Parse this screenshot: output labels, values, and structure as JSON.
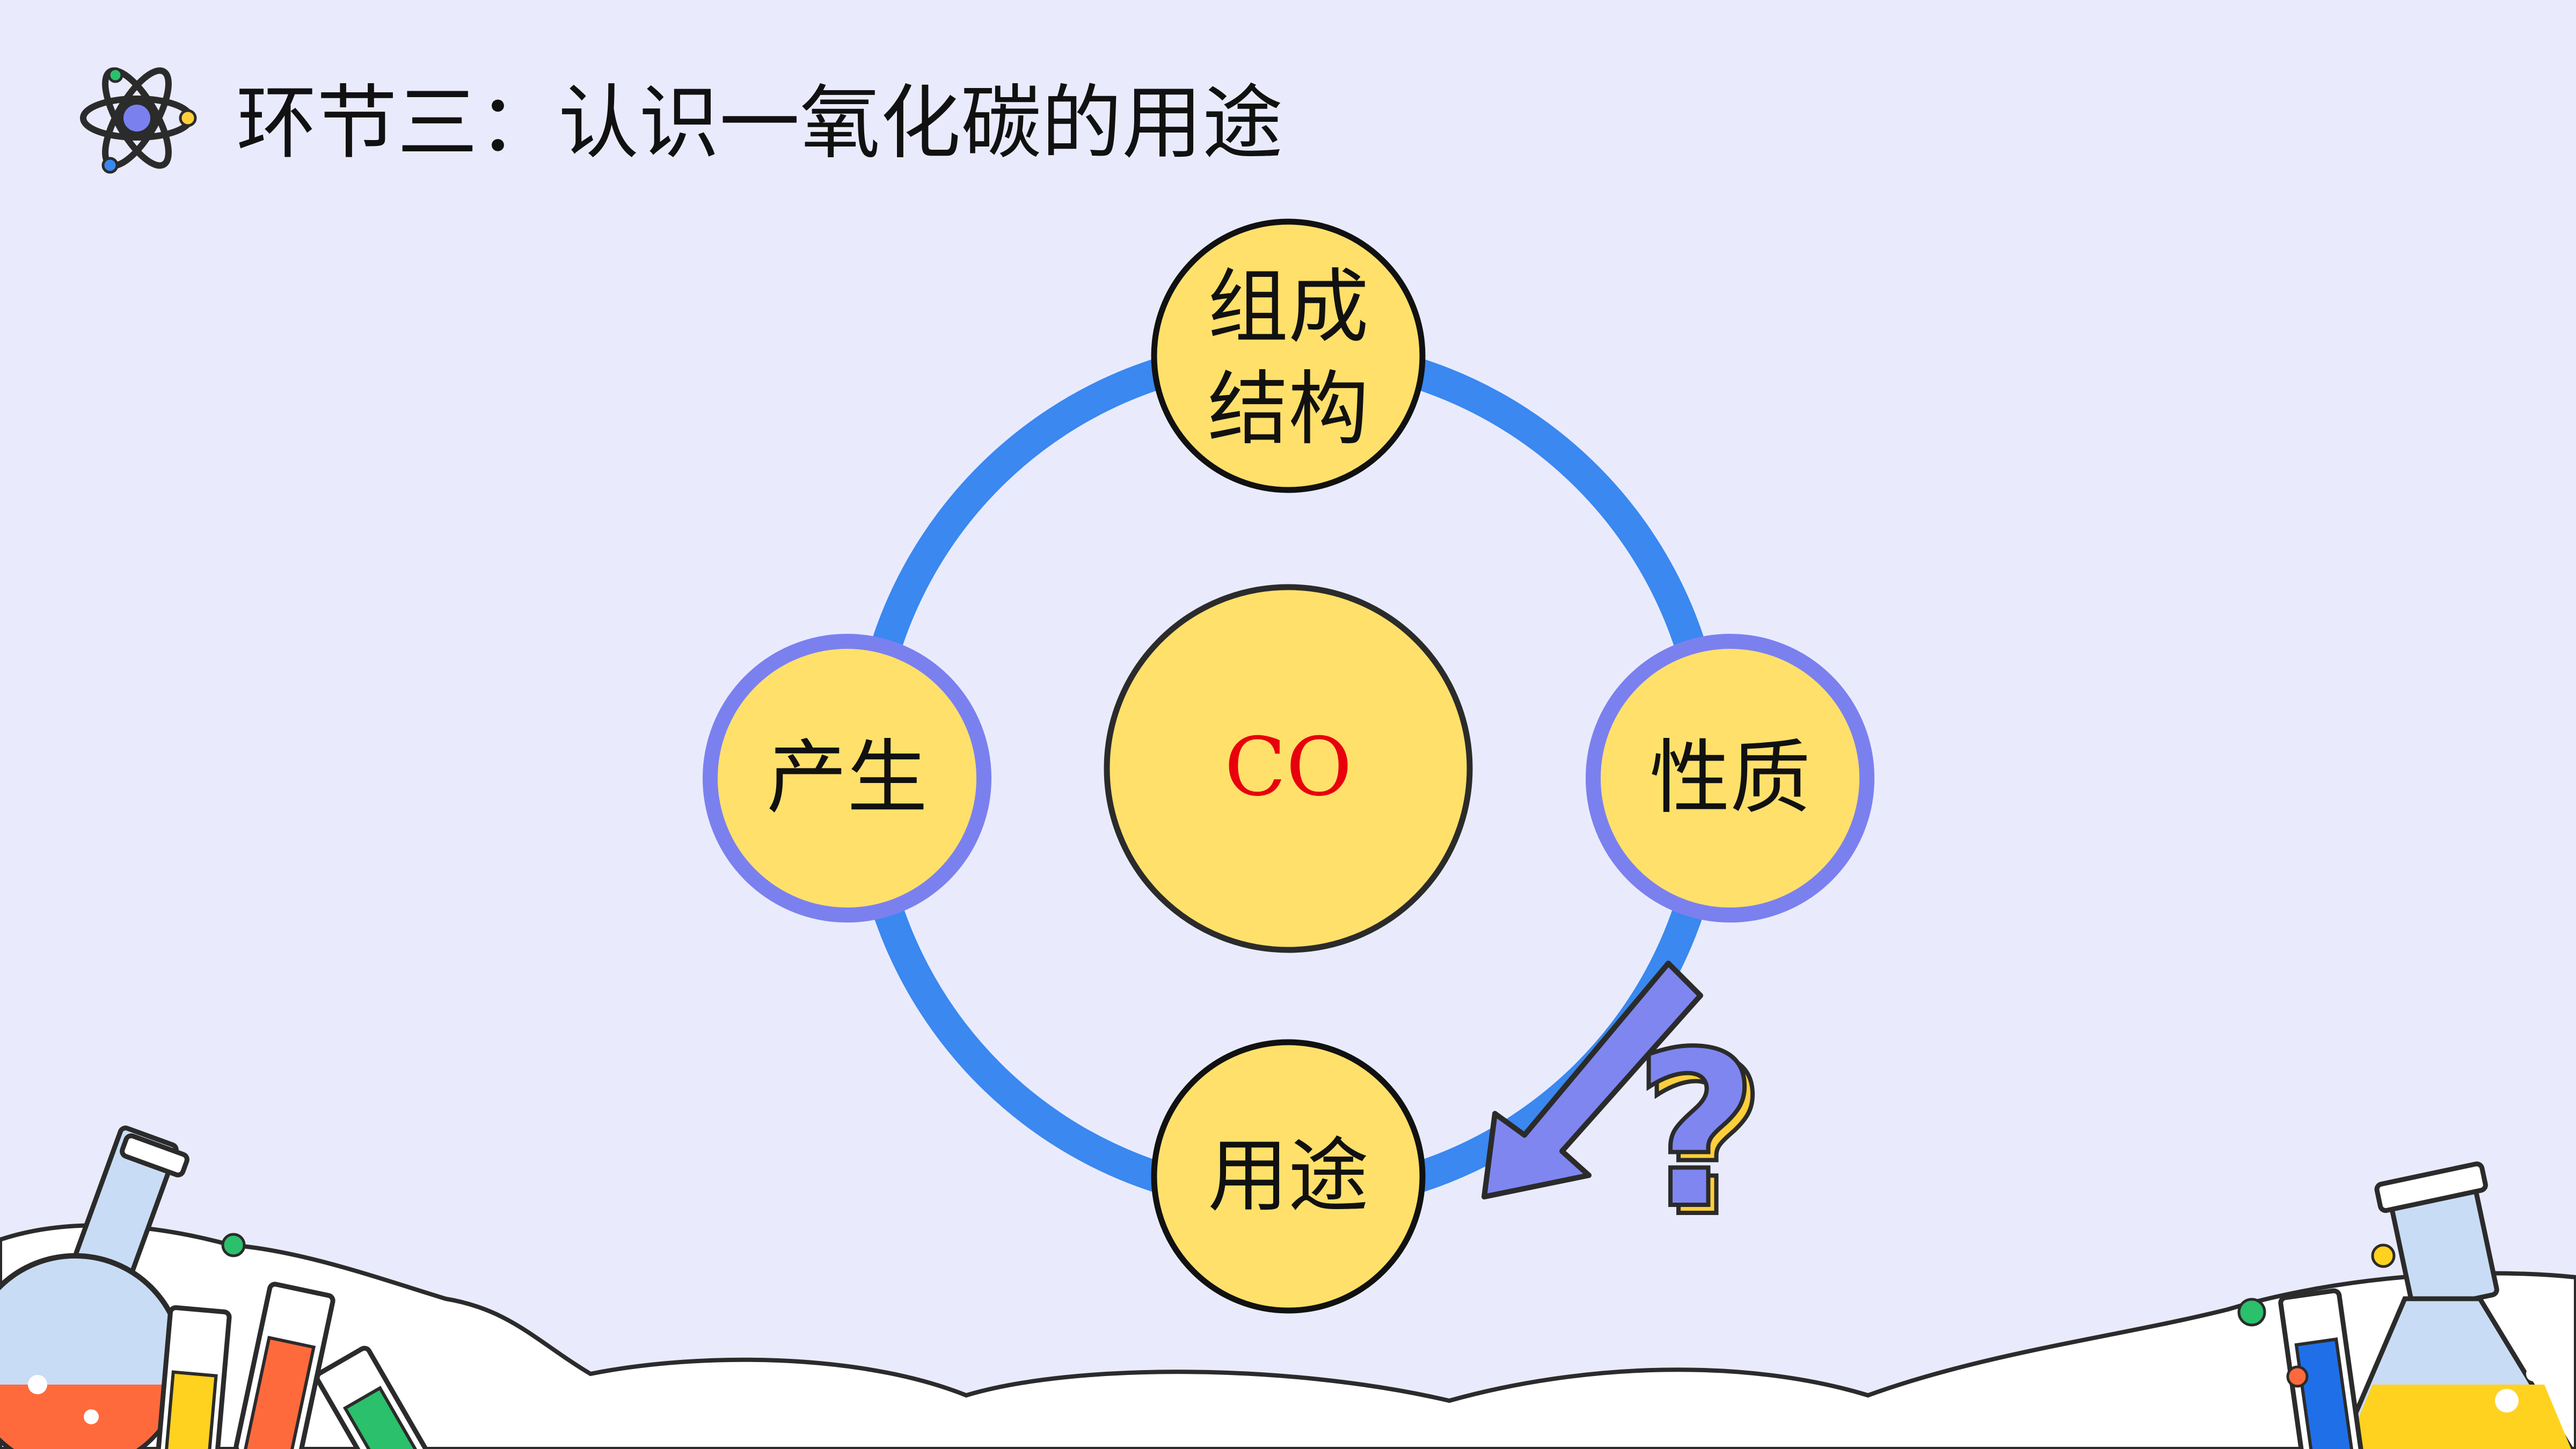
{
  "slide": {
    "title": "环节三：认识一氧化碳的用途",
    "center_label": "CO",
    "nodes": {
      "top": [
        "组成",
        "结构"
      ],
      "left": "产生",
      "right": "性质",
      "bottom": "用途"
    }
  },
  "colors": {
    "background": "#e9ebfd",
    "ring": "#3a88f0",
    "node_fill": "#ffe06b",
    "node_border_dark": "#2b2b2b",
    "node_border_purple": "#7b80ef",
    "arrow": "#7f86f0",
    "center_text": "#e8000d",
    "question_mark": "#7f86f0"
  },
  "icons": [
    "atom-icon",
    "arrow-icon",
    "question-mark-icon",
    "flask-icon",
    "test-tube-icon",
    "beaker-icon"
  ]
}
